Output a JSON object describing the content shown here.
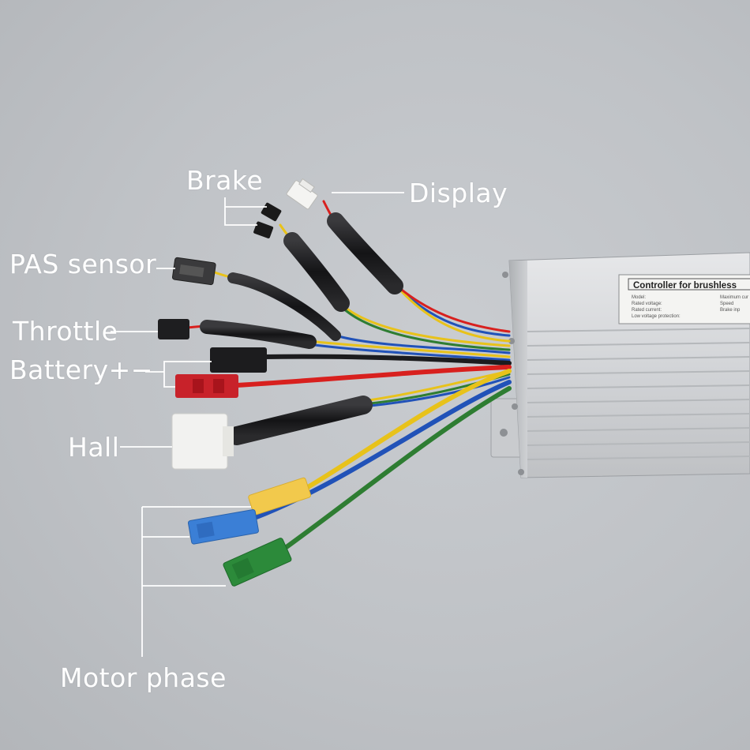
{
  "labels": {
    "brake": "Brake",
    "display": "Display",
    "pas_sensor": "PAS sensor",
    "throttle": "Throttle",
    "battery": "Battery+−",
    "hall": "Hall",
    "motor_phase": "Motor phase"
  },
  "controller_label": {
    "title": "Controller for brushless",
    "rows": [
      "Model:",
      "Rated voltage:",
      "Rated current:",
      "Low voltage protection:"
    ],
    "right_rows": [
      "Maximum cur",
      "Speed",
      "Brake inp"
    ]
  },
  "colors": {
    "background": "#c3c6ca",
    "callout_text": "#ffffff",
    "callout_line": "#ffffff",
    "controller_body": "#d9dbdd",
    "wire_red": "#d8201e",
    "wire_yellow": "#e8c21a",
    "wire_blue": "#2152b8",
    "wire_green": "#2e7d32",
    "sleeve_black": "#1c1c1e",
    "connector_red": "#c8222a",
    "connector_blue": "#3b7fd6",
    "connector_yellow": "#f2c94c",
    "connector_green": "#2c8a3a",
    "connector_white": "#f2f2f0"
  }
}
